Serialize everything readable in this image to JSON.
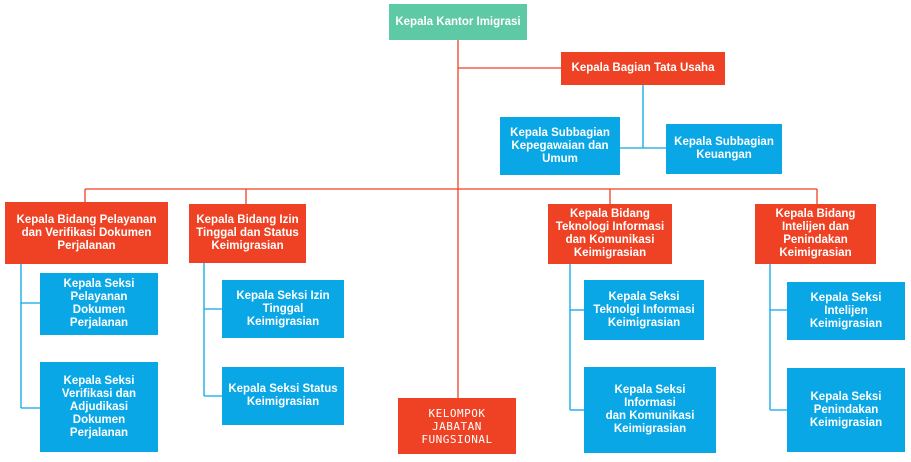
{
  "colors": {
    "head": "#5ec9a5",
    "division": "#ef4123",
    "section": "#0aa7e6",
    "red_line": "#ef4123",
    "blue_line": "#0aa7e6"
  },
  "nodes": {
    "kepala_kantor": "Kepala Kantor Imigrasi",
    "tata_usaha": "Kepala Bagian Tata Usaha",
    "subbag_kepegawaian": "Kepala Subbagian\nKepegawaian dan\nUmum",
    "subbag_keuangan": "Kepala Subbagian\nKeuangan",
    "bidang_pelayanan": "Kepala Bidang Pelayanan\ndan Verifikasi Dokumen\nPerjalanan",
    "bidang_izin": "Kepala Bidang Izin\nTinggal dan Status\nKeimigrasian",
    "bidang_tik": "Kepala Bidang\nTeknologi Informasi\ndan Komunikasi\nKeimigrasian",
    "bidang_intel": "Kepala Bidang\nIntelijen dan\nPenindakan\nKeimigrasian",
    "seksi_pelayanan": "Kepala Seksi\nPelayanan Dokumen\nPerjalanan",
    "seksi_verifikasi": "Kepala Seksi\nVerifikasi dan\nAdjudikasi Dokumen\nPerjalanan",
    "seksi_izin": "Kepala Seksi Izin\nTinggal Keimigrasian",
    "seksi_status": "Kepala Seksi Status\nKeimigrasian",
    "seksi_ti": "Kepala Seksi\nTeknolgi Informasi\nKeimigrasian",
    "seksi_ik": "Kepala Seksi Informasi\ndan Komunikasi\nKeimigrasian",
    "seksi_intelijen": "Kepala Seksi\nIntelijen\nKeimigrasian",
    "seksi_penindakan": "Kepala Seksi\nPenindakan\nKeimigrasian",
    "fungsional": "KELOMPOK\nJABATAN\nFUNGSIONAL"
  }
}
